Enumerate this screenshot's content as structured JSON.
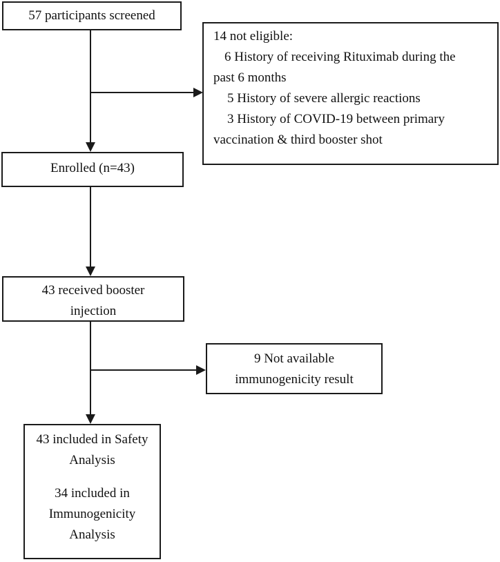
{
  "nodes": {
    "screened": "57 participants screened",
    "not_eligible": {
      "heading": "14 not eligible:",
      "lines": [
        "6 History of receiving Rituximab during the",
        "past 6 months",
        "5 History of severe allergic reactions",
        "3 History of COVID-19 between primary",
        "vaccination & third booster shot"
      ]
    },
    "enrolled": "Enrolled (n=43)",
    "booster": {
      "line1": "43 received booster",
      "line2": "injection"
    },
    "not_available": {
      "line1": "9 Not available",
      "line2": "immunogenicity result"
    },
    "analysis": {
      "safety_line1": "43 included in Safety",
      "safety_line2": "Analysis",
      "immuno_line1": "34 included in",
      "immuno_line2": "Immunogenicity",
      "immuno_line3": "Analysis"
    }
  }
}
